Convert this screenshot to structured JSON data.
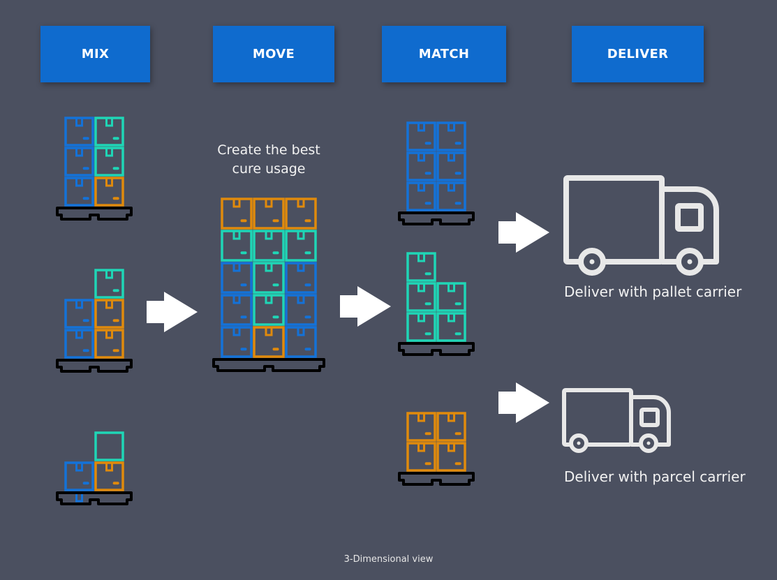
{
  "stages": [
    {
      "label": "MIX"
    },
    {
      "label": "MOVE"
    },
    {
      "label": "MATCH"
    },
    {
      "label": "DELIVER"
    }
  ],
  "move_caption": "Create the best cure usage",
  "move_caption_lines": [
    "Create the best",
    "cure usage"
  ],
  "deliver_options": [
    {
      "label": "Deliver with pallet carrier",
      "icon": "truck-icon"
    },
    {
      "label": "Deliver with parcel carrier",
      "icon": "truck-icon"
    }
  ],
  "footer": "3-Dimensional view",
  "colors": {
    "background": "#4b5060",
    "stage_button": "#0f6bce",
    "box_blue": "#1472d8",
    "box_teal": "#1fd6b6",
    "box_orange": "#e08a0c",
    "pallet": "#000000",
    "arrow": "#ffffff",
    "truck": "#e8e8e8"
  },
  "pallets": {
    "mix": [
      {
        "columns": [
          [
            "blue",
            "blue",
            "blue"
          ],
          [
            "orange",
            "teal",
            "teal"
          ]
        ]
      },
      {
        "columns": [
          [
            "blue",
            "blue"
          ],
          [
            "orange",
            "orange",
            "teal"
          ]
        ]
      },
      {
        "columns": [
          [
            "blue-partial"
          ],
          [
            "orange",
            "teal-empty"
          ]
        ]
      }
    ],
    "move": {
      "columns": [
        [
          "blue",
          "blue",
          "blue",
          "teal",
          "orange"
        ],
        [
          "orange",
          "teal",
          "teal",
          "teal",
          "orange"
        ],
        [
          "blue",
          "blue",
          "blue",
          "teal",
          "orange"
        ]
      ]
    },
    "match": [
      {
        "columns": [
          [
            "blue",
            "blue",
            "blue"
          ],
          [
            "blue",
            "blue",
            "blue"
          ]
        ]
      },
      {
        "columns": [
          [
            "teal",
            "teal",
            "teal"
          ],
          [
            "teal",
            "teal"
          ]
        ]
      },
      {
        "columns": [
          [
            "orange",
            "orange"
          ],
          [
            "orange",
            "orange"
          ]
        ]
      }
    ]
  }
}
